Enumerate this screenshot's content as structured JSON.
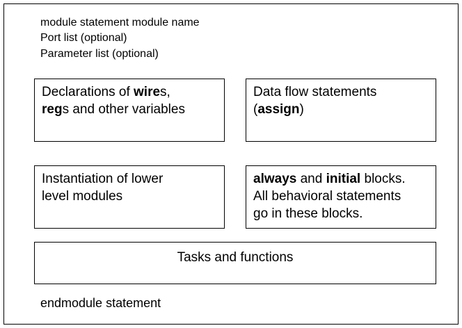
{
  "header": {
    "line1": "module statement module name",
    "line2": "Port list (optional)",
    "line3": "Parameter list (optional)"
  },
  "boxes": {
    "declarations": {
      "t1": "Declarations of ",
      "t1b": "wire",
      "t1c": "s,",
      "t2b": "reg",
      "t2": "s and other variables"
    },
    "dataflow": {
      "t1": "Data flow statements",
      "t2a": "(",
      "t2b": "assign",
      "t2c": ")"
    },
    "instantiation": {
      "t1": "Instantiation of lower",
      "t2": "level modules"
    },
    "behavioral": {
      "t1b": "always",
      "t1": " and ",
      "t1c": "initial",
      "t1d": " blocks.",
      "t2": "All behavioral statements",
      "t3": "go in these blocks."
    },
    "tasks": {
      "t1": "Tasks and functions"
    }
  },
  "footer": {
    "text": "endmodule statement"
  }
}
